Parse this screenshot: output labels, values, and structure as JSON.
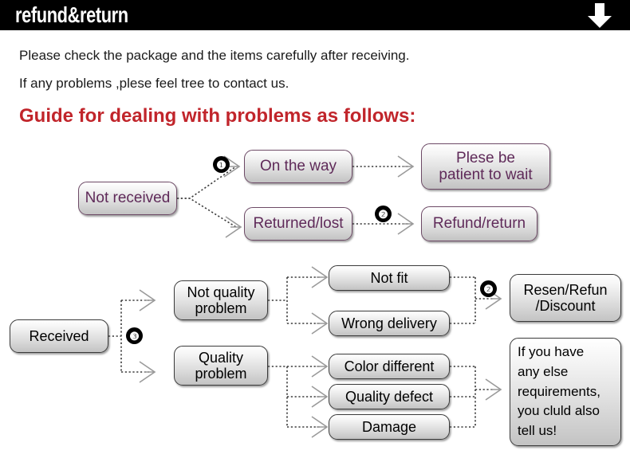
{
  "header": {
    "title": "refund&return",
    "arrow_icon": "arrow-down-icon"
  },
  "intro": {
    "line1": "Please check the package and the items carefully after receiving.",
    "line2": "If any problems ,plese feel tree to contact us.",
    "guide_title": "Guide for dealing with problems as follows:"
  },
  "flow_not_received": {
    "start": "Not received",
    "branches": [
      {
        "step": "On the way",
        "result": "Plese be\npatient to wait",
        "badge": "❶"
      },
      {
        "step": "Returned/lost",
        "result": "Refund/return",
        "badge": "❷"
      }
    ]
  },
  "flow_received": {
    "start": "Received",
    "badge": "❸",
    "merge_badge": "❷",
    "categories": [
      {
        "label": "Not quality\nproblem",
        "issues": [
          "Not fit",
          "Wrong delivery"
        ]
      },
      {
        "label": "Quality\nproblem",
        "issues": [
          "Color different",
          "Quality defect",
          "Damage"
        ]
      }
    ],
    "outcomes": [
      "Resen/Refun\n/Discount",
      "If you have\nany else\nrequirements,\nyou cluld also\ntell us!"
    ]
  },
  "colors": {
    "header_bg": "#000000",
    "header_text": "#ffffff",
    "guide_red": "#c1252b",
    "purple_text": "#5f2a59",
    "purple_border": "#6d4a66",
    "dark_border": "#3a3a3a",
    "body_text": "#1a1a1a",
    "badge_bg": "#000000",
    "wire": "#3c3c3c",
    "arrowhead": "#9a9a9a"
  }
}
